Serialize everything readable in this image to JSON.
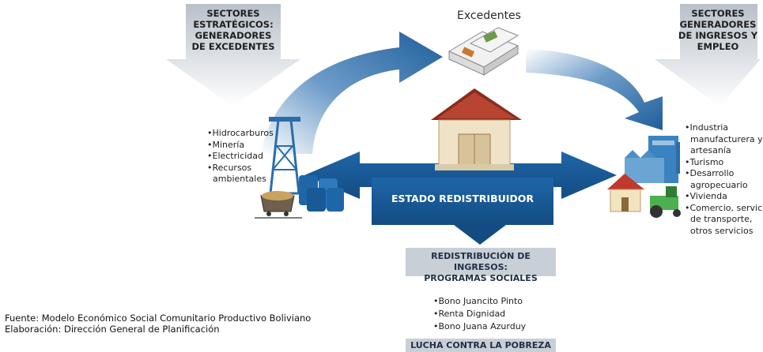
{
  "diagram": {
    "strategic_header": [
      "SECTORES",
      "ESTRATÉGICOS:",
      "GENERADORES",
      "DE EXCEDENTES"
    ],
    "surplus_label": "Excedentes",
    "income_header": [
      "SECTORES",
      "GENERADORES",
      "DE INGRESOS Y",
      "EMPLEO"
    ],
    "strategic_sectors": [
      "•Hidrocarburos",
      "•Minería",
      "•Electricidad",
      "•Recursos",
      "ambientales"
    ],
    "income_sectors": [
      "•Industria",
      "manufacturera y",
      "artesanía",
      "•Turismo",
      "•Desarrollo",
      "agropecuario",
      "•Vivienda",
      "•Comercio, servicios",
      "de transporte,",
      "otros servicios"
    ],
    "state_label": "ESTADO REDISTRIBUIDOR",
    "redistribution_label": [
      "REDISTRIBUCIÓN DE INGRESOS:",
      "PROGRAMAS SOCIALES"
    ],
    "programs": [
      "•Bono Juancito Pinto",
      "•Renta Dignidad",
      "•Bono Juana Azurduy"
    ],
    "poverty_label": "LUCHA CONTRA LA POBREZA",
    "source": "Fuente: Modelo Económico Social Comunitario Productivo Boliviano",
    "elaboration": "Elaboración: Dirección General de Planificación"
  },
  "colors": {
    "arrow_blue": "#1a5a96",
    "band_gray": "#c9cfd6",
    "funnel_gray": "#c6ccd4"
  }
}
